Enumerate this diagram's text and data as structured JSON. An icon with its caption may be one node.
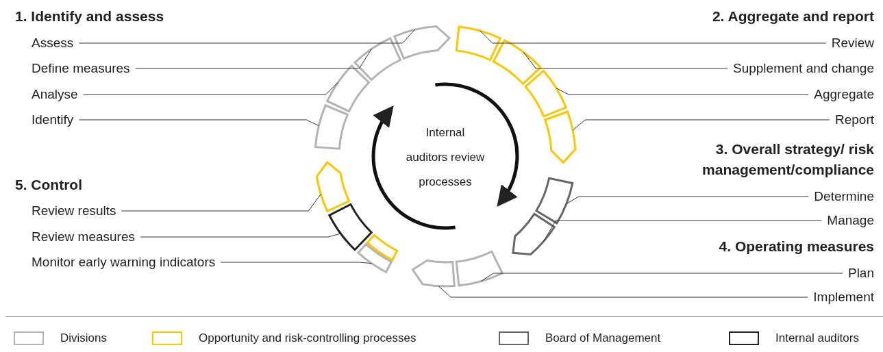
{
  "diagram": {
    "nodes": [
      {
        "text": [
          "Assess"
        ]
      },
      {
        "text": [
          "Define measures"
        ]
      },
      {
        "text": [
          "Analyse"
        ]
      },
      {
        "text": [
          "Identify"
        ]
      },
      {
        "text": [
          "Review"
        ]
      },
      {
        "text": [
          "Supplement and change"
        ]
      },
      {
        "text": [
          "Aggregate"
        ]
      },
      {
        "text": [
          "Report"
        ]
      },
      {
        "text": [
          "Determine"
        ]
      },
      {
        "text": [
          "Manage"
        ]
      },
      {
        "text": [
          "Plan"
        ]
      },
      {
        "text": [
          "Implement"
        ]
      },
      {
        "text": [
          "Review results"
        ]
      },
      {
        "text": [
          "Review measures"
        ]
      },
      {
        "text": [
          "Monitor early warning indicators"
        ]
      },
      {
        "text": [],
        "shape": "box"
      },
      {
        "text": [],
        "shape": "box"
      },
      {
        "text": [],
        "shape": "box"
      },
      {
        "text": [],
        "shape": "box"
      },
      {
        "text": [],
        "shape": "box"
      },
      {
        "text": [],
        "shape": "box"
      },
      {
        "text": [],
        "shape": "box"
      },
      {
        "text": [],
        "shape": "box"
      },
      {
        "text": [],
        "shape": "box"
      },
      {
        "text": [],
        "shape": "box"
      },
      {
        "text": [],
        "shape": "box"
      },
      {
        "text": [],
        "shape": "box"
      },
      {
        "text": [],
        "shape": "box"
      },
      {
        "text": [],
        "shape": "box"
      },
      {
        "text": [],
        "shape": "box"
      },
      {
        "text": [],
        "shape": "box"
      }
    ],
    "edges": [
      {
        "from": 0,
        "to": 18,
        "arrow": "none"
      },
      {
        "from": 1,
        "to": 17,
        "arrow": "none"
      },
      {
        "from": 2,
        "to": 16,
        "arrow": "none"
      },
      {
        "from": 3,
        "to": 15,
        "arrow": "none"
      },
      {
        "from": 4,
        "to": 19,
        "arrow": "none"
      },
      {
        "from": 5,
        "to": 20,
        "arrow": "none"
      },
      {
        "from": 6,
        "to": 21,
        "arrow": "none"
      },
      {
        "from": 7,
        "to": 22,
        "arrow": "none"
      },
      {
        "from": 8,
        "to": 23,
        "arrow": "none"
      },
      {
        "from": 9,
        "to": 24,
        "arrow": "none"
      },
      {
        "from": 10,
        "to": 25,
        "arrow": "none"
      },
      {
        "from": 11,
        "to": 26,
        "arrow": "none"
      },
      {
        "from": 12,
        "to": 27,
        "arrow": "none"
      },
      {
        "from": 13,
        "to": 28,
        "arrow": "none"
      },
      {
        "from": 14,
        "to": 30,
        "arrow": "none"
      }
    ],
    "labels": [
      "1. Identify and assess",
      "2. Aggregate and report",
      "3. Overall strategy/ risk management/compliance",
      "5. Control",
      "4. Operating measures",
      "Internal auditors review processes"
    ],
    "legend": [
      {
        "text": "Divisions",
        "color": "#b3b3b3"
      },
      {
        "text": "Opportunity and risk-controlling processes",
        "color": "#fcc600"
      },
      {
        "text": "Board of Management",
        "color": "#666666"
      },
      {
        "text": "Internal auditors",
        "color": "#222222"
      }
    ]
  }
}
